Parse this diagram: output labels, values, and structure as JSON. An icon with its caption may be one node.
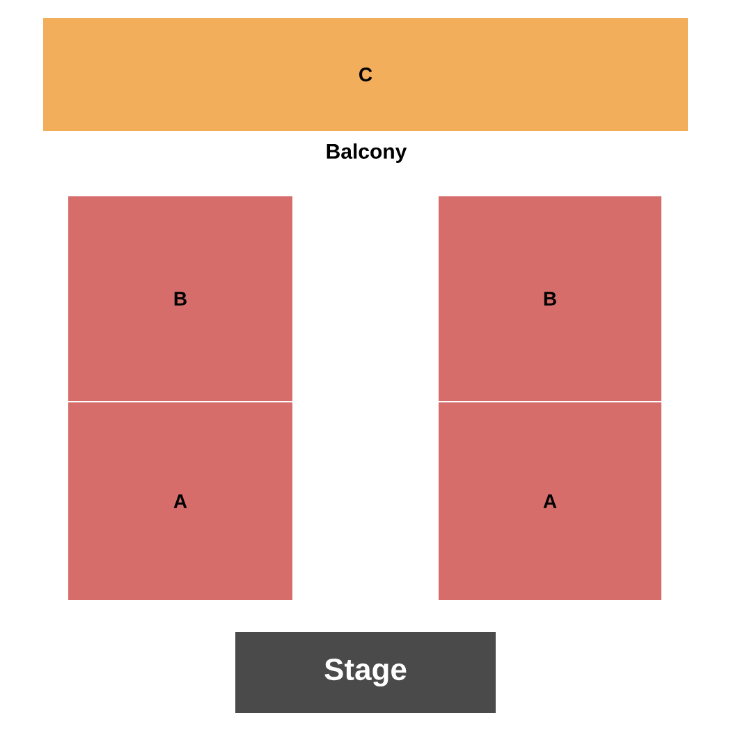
{
  "diagram": {
    "nodes": [
      {
        "text": [
          "C"
        ]
      },
      {
        "text": [
          "B"
        ]
      },
      {
        "text": [
          "A"
        ]
      },
      {
        "text": [
          "B"
        ]
      },
      {
        "text": [
          "A"
        ]
      },
      {
        "text": [
          "Stage"
        ]
      }
    ],
    "labels": [
      "Balcony"
    ]
  }
}
